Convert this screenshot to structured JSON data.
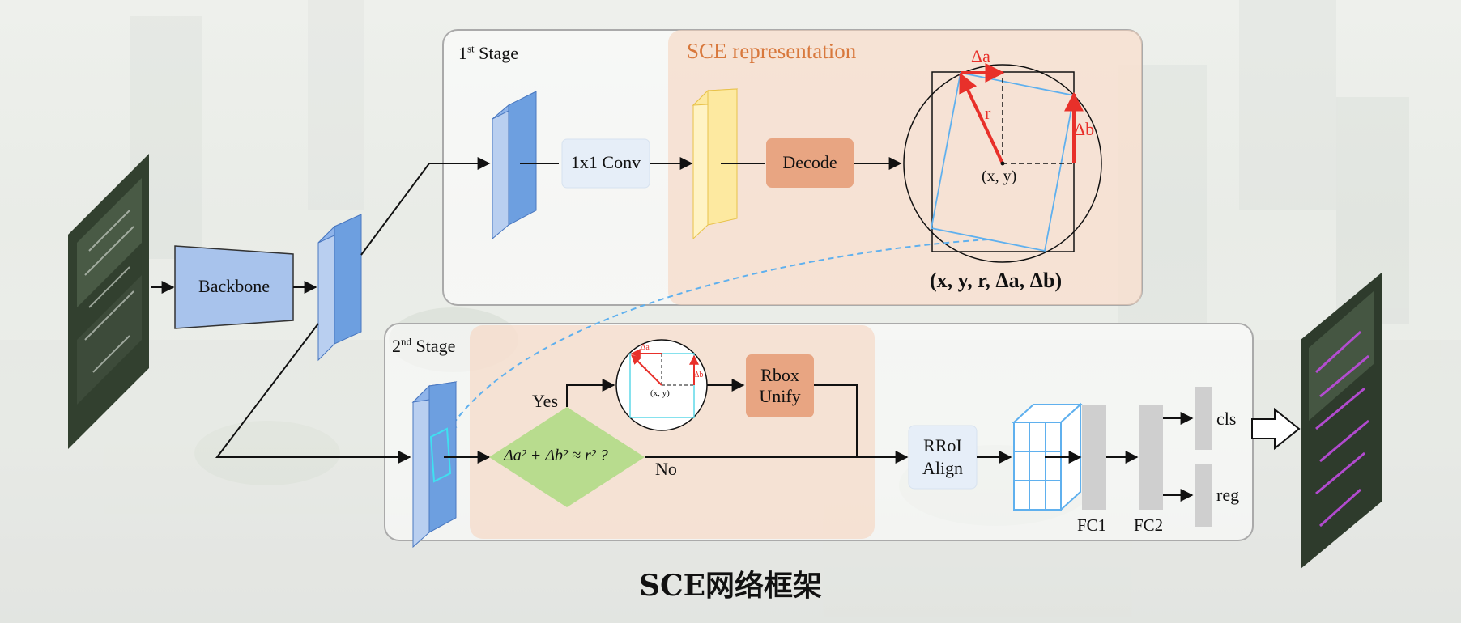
{
  "title": "SCE网络框架",
  "backbone_label": "Backbone",
  "stage1": {
    "title_main": "1",
    "title_sup": "st",
    "title_rest": " Stage",
    "representation_label": "SCE representation",
    "conv_label": "1x1 Conv",
    "decode_label": "Decode",
    "delta_a": "Δa",
    "delta_b": "Δb",
    "r_label": "r",
    "center_label": "(x, y)",
    "tuple_label": "(x, y, r, Δa, Δb)"
  },
  "stage2": {
    "title_main": "2",
    "title_sup": "nd",
    "title_rest": " Stage",
    "yes_label": "Yes",
    "no_label": "No",
    "condition_label": "Δa² + Δb² ≈ r² ?",
    "rbox_label_1": "Rbox",
    "rbox_label_2": "Unify",
    "rroi_label_1": "RRoI",
    "rroi_label_2": "Align",
    "fc1_label": "FC1",
    "fc2_label": "FC2",
    "cls_label": "cls",
    "reg_label": "reg",
    "mini_delta_a": "Δa",
    "mini_delta_b": "Δb",
    "mini_r": "r",
    "mini_center": "(x, y)"
  },
  "colors": {
    "feature_blue": "#6d9fe0",
    "feature_yellow": "#fde9a0",
    "decode_orange": "#e8a582",
    "conv_box": "#e6eef8",
    "diamond_green": "#b8dc8e",
    "stage_border": "#aaaaaa",
    "orange_panel": "#f7d9c4",
    "red_arrow": "#e8302a",
    "cyan_line": "#5fb0ee",
    "fc_gray": "#cfcfcf"
  }
}
